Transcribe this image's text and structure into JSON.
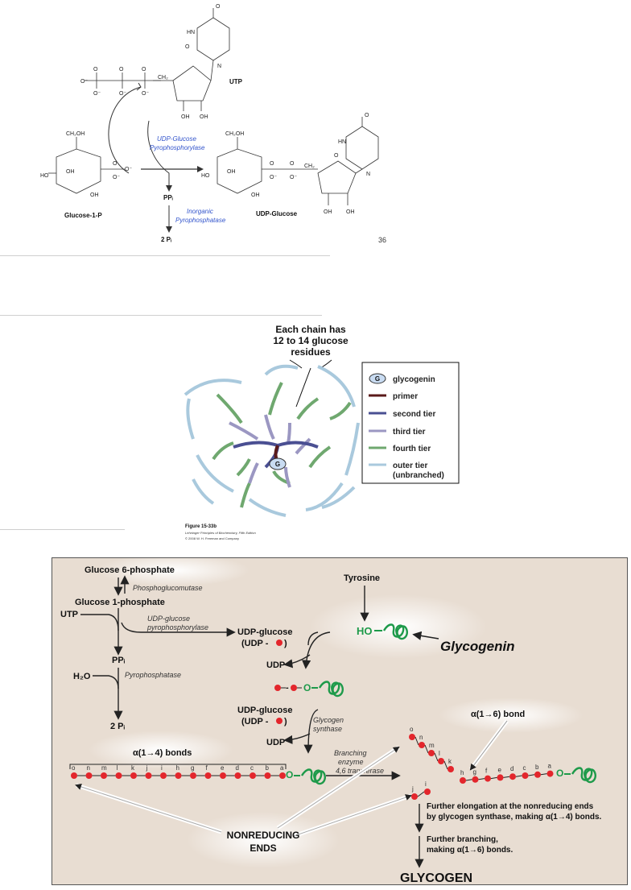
{
  "panel1": {
    "utp_label": "UTP",
    "enzyme1_line1": "UDP-Glucose",
    "enzyme1_line2": "Pyrophosphorylase",
    "glucose1p_label": "Glucose-1-P",
    "udpglucose_label": "UDP-Glucose",
    "ppi_label": "PPᵢ",
    "enzyme2_line1": "Inorganic",
    "enzyme2_line2": "Pyrophosphatase",
    "pi_label": "2 Pᵢ",
    "page_number": "36"
  },
  "panel2": {
    "callout_line1": "Each chain has",
    "callout_line2": "12 to 14 glucose",
    "callout_line3": "residues",
    "legend": [
      {
        "label": "glycogenin",
        "color": "#c9dcf2",
        "symbol": "G"
      },
      {
        "label": "primer",
        "color": "#5a1a1a"
      },
      {
        "label": "second tier",
        "color": "#4a4f92"
      },
      {
        "label": "third tier",
        "color": "#9b97c2"
      },
      {
        "label": "fourth tier",
        "color": "#6fa86f"
      },
      {
        "label": "outer tier",
        "label2": "(unbranched)",
        "color": "#a9c9dd"
      }
    ],
    "center_label": "G",
    "figure_caption": "Figure 15-33b",
    "figure_source": "Lehninger Principles of Biochemistry, Fifth Edition",
    "figure_copyright": "© 2008 W. H. Freeman and Company"
  },
  "panel3": {
    "bg_color": "#e8ddd2",
    "g6p": "Glucose 6-phosphate",
    "phosphoglucomutase": "Phosphoglucomutase",
    "g1p": "Glucose 1-phosphate",
    "utp": "UTP",
    "udp_pyro_line1": "UDP-glucose",
    "udp_pyro_line2": "pyrophosphorylase",
    "udp_glucose": "UDP-glucose",
    "udp_abbrev": "(UDP -",
    "ppi": "PPᵢ",
    "pyrophosphatase": "Pyrophosphatase",
    "h2o": "H₂O",
    "two_pi": "2 Pᵢ",
    "tyrosine": "Tyrosine",
    "ho": "HO",
    "glycogenin": "Glycogenin",
    "udp1": "UDP",
    "udp_glucose2": "UDP-glucose",
    "udp_abbrev2": "(UDP -",
    "glycogen_synthase_line1": "Glycogen",
    "glycogen_synthase_line2": "synthase",
    "udp2": "UDP",
    "alpha14": "α(1→4) bonds",
    "alpha16": "α(1→6) bond",
    "branching_line1": "Branching",
    "branching_line2": "enzyme",
    "branching_line3": "4,6 transferase",
    "chain_letters": [
      "o",
      "n",
      "m",
      "l",
      "k",
      "j",
      "i",
      "h",
      "g",
      "f",
      "e",
      "d",
      "c",
      "b",
      "a"
    ],
    "branch_letters_main": [
      "h",
      "g",
      "f",
      "e",
      "d",
      "c",
      "b",
      "a"
    ],
    "branch_letters_side": [
      "o",
      "n",
      "m",
      "l",
      "k"
    ],
    "branch_letters_short": [
      "j",
      "i"
    ],
    "elong_line1": "Further elongation at the nonreducing ends",
    "elong_line2": "by glycogen synthase, making α(1→4) bonds.",
    "branch_line1": "Further branching,",
    "branch_line2": "making α(1→6) bonds.",
    "nonreducing1": "NONREDUCING",
    "nonreducing2": "ENDS",
    "glycogen": "GLYCOGEN",
    "o": "O"
  }
}
